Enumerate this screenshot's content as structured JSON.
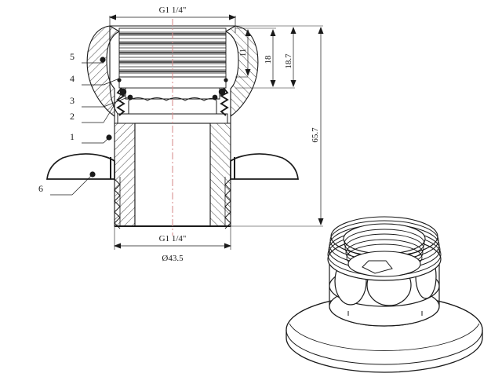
{
  "drawing": {
    "title": "Technical cross-section drawing of threaded flange fitting",
    "background_color": "#ffffff",
    "line_color": "#1a1a1a",
    "centerline_color": "#d98f8f"
  },
  "dimensions": {
    "top_thread": {
      "label": "G1 1/4\"",
      "name": "top-thread-spec"
    },
    "bottom_thread": {
      "label": "G1 1/4\"",
      "name": "bottom-thread-spec"
    },
    "flange_diameter": {
      "label": "Ø43.5",
      "name": "flange-diameter"
    },
    "vertical": [
      {
        "label": "11",
        "name": "dim-inner-thread-depth"
      },
      {
        "label": "18",
        "name": "dim-thread-length"
      },
      {
        "label": "18.7",
        "name": "dim-upper-section"
      },
      {
        "label": "65.7",
        "name": "dim-overall-height"
      }
    ]
  },
  "callouts": [
    {
      "label": "5",
      "name": "callout-5"
    },
    {
      "label": "4",
      "name": "callout-4"
    },
    {
      "label": "3",
      "name": "callout-3"
    },
    {
      "label": "2",
      "name": "callout-2"
    },
    {
      "label": "1",
      "name": "callout-1"
    },
    {
      "label": "6",
      "name": "callout-6"
    }
  ],
  "views": {
    "section_view": "cross-section-view",
    "iso_view": "isometric-3d-view"
  }
}
